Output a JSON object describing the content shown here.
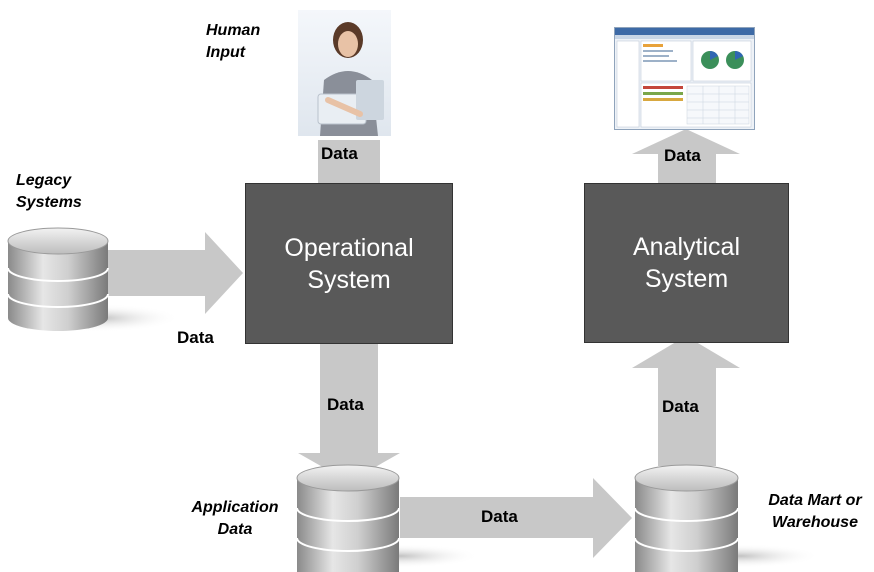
{
  "labels": {
    "human_input": "Human Input",
    "legacy_systems": "Legacy Systems",
    "application_data": "Application Data",
    "data_mart_warehouse": "Data Mart or Warehouse"
  },
  "systems": {
    "operational": "Operational System",
    "analytical": "Analytical System"
  },
  "flow_labels": {
    "human_to_operational": "Data",
    "legacy_to_operational": "Data",
    "operational_to_appdata": "Data",
    "appdata_to_warehouse": "Data",
    "warehouse_to_analytical": "Data",
    "analytical_to_screen": "Data"
  },
  "colors": {
    "system_box": "#595959",
    "arrow": "#c8c8c8",
    "database": "#b0b0b0"
  }
}
